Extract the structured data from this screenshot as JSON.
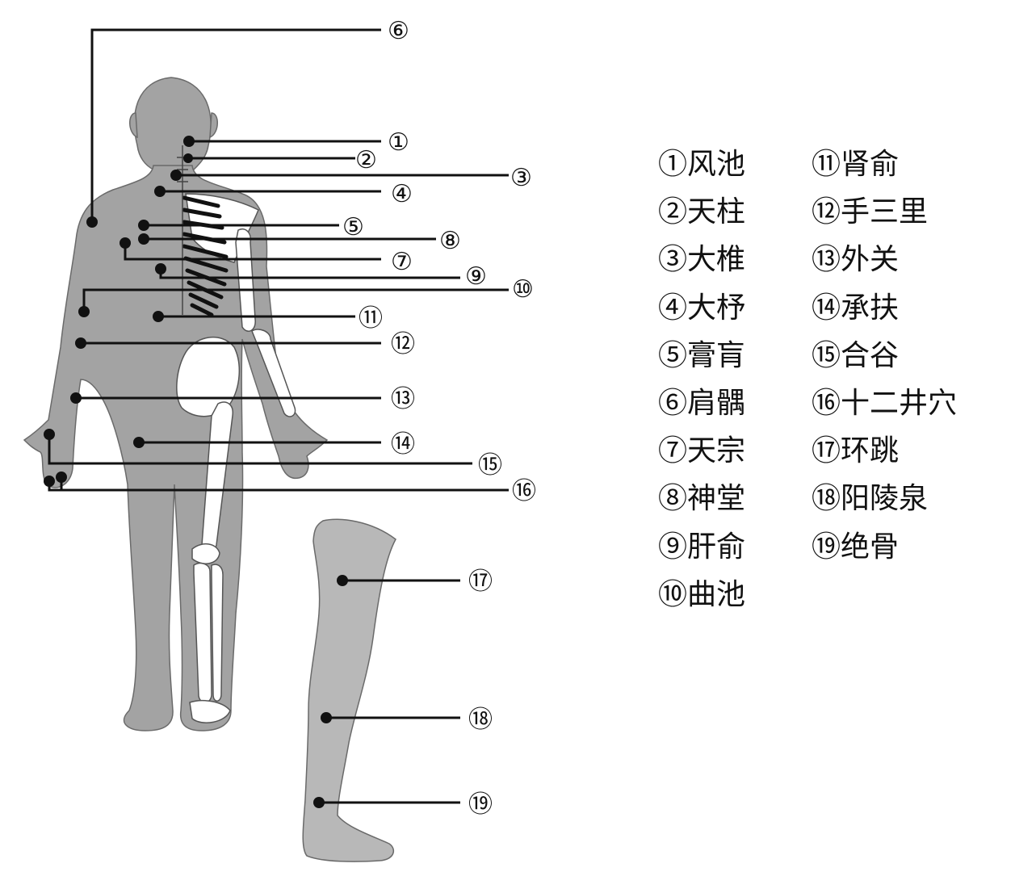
{
  "figure": {
    "callout_numbers": [
      "①",
      "②",
      "③",
      "④",
      "⑤",
      "⑥",
      "⑦",
      "⑧",
      "⑨",
      "⑩",
      "⑪",
      "⑫",
      "⑬",
      "⑭",
      "⑮",
      "⑯",
      "⑰",
      "⑱",
      "⑲"
    ]
  },
  "legend": {
    "items": [
      "①风池",
      "②天柱",
      "③大椎",
      "④大杼",
      "⑤膏肓",
      "⑥肩髃",
      "⑦天宗",
      "⑧神堂",
      "⑨肝俞",
      "⑩曲池",
      "⑪肾俞",
      "⑫手三里",
      "⑬外关",
      "⑭承扶",
      "⑮合谷",
      "⑯十二井穴",
      "⑰环跳",
      "⑱阳陵泉",
      "⑲绝骨"
    ]
  },
  "colors": {
    "body_fill": "#a3a3a3",
    "bone_fill": "#ffffff",
    "line": "#111111",
    "leg_fill": "#b8b8b8"
  }
}
